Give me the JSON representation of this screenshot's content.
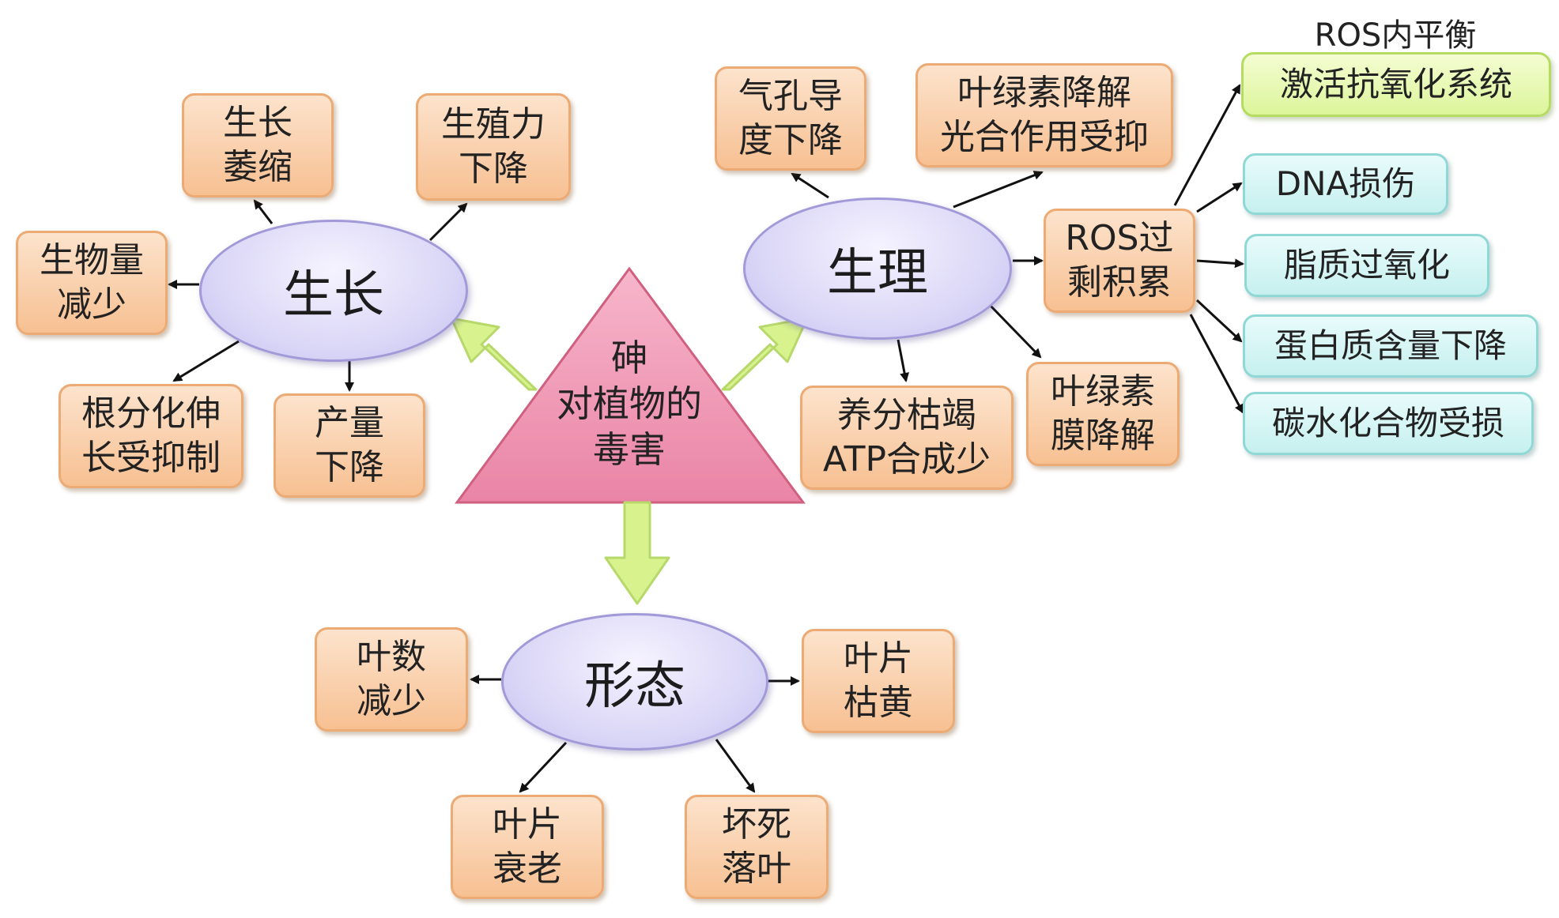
{
  "center": {
    "label": "砷\n对植物的\n毒害"
  },
  "categories": {
    "growth": "生长",
    "physiology": "生理",
    "morphology": "形态"
  },
  "growth_effects": {
    "wilting": "生长\n萎缩",
    "fertility": "生殖力\n下降",
    "biomass": "生物量\n减少",
    "root": "根分化伸\n长受抑制",
    "yield": "产量\n下降"
  },
  "physiology_effects": {
    "stomata": "气孔导\n度下降",
    "chlorophyll_degradation": "叶绿素降解\n光合作用受抑",
    "ros": "ROS过\n剩积累",
    "nutrient": "养分枯竭\nATP合成少",
    "chloroplast_membrane": "叶绿素\n膜降解"
  },
  "ros_effects": {
    "header": "ROS内平衡",
    "antioxidant": "激活抗氧化系统",
    "dna": "DNA损伤",
    "lipid": "脂质过氧化",
    "protein": "蛋白质含量下降",
    "carbohydrate": "碳水化合物受损"
  },
  "morphology_effects": {
    "leaf_count": "叶数\n减少",
    "leaf_yellow": "叶片\n枯黄",
    "leaf_senescence": "叶片\n衰老",
    "necrosis": "坏死\n落叶"
  },
  "colors": {
    "effect_box": "#f7c092",
    "category_ellipse": "#d9d5f6",
    "center_triangle": "#ef8fb0",
    "ros_box": "#c6f0ef",
    "antioxidant_box": "#dcf59a",
    "big_arrow": "#d8f38e"
  }
}
